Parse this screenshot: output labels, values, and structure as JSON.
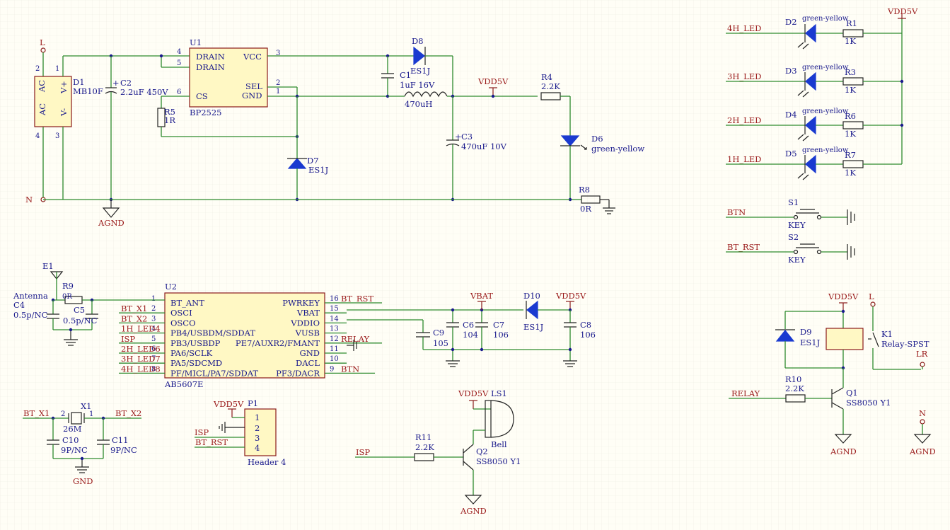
{
  "colors": {
    "wire": "#2d8a2d",
    "text": "#1a1a8c",
    "net": "#9a1a1a",
    "chip_fill": "#fff8c4",
    "diode": "#1a3ad0",
    "grid": "#e4e4dc",
    "background": "#fffef6"
  },
  "power": {
    "L": "L",
    "N": "N",
    "AGND": "AGND",
    "GND": "GND",
    "VDD5V": "VDD5V",
    "VBAT": "VBAT",
    "D1": {
      "ref": "D1",
      "value": "MB10F",
      "ac1": "AC",
      "ac2": "AC",
      "vp": "V+",
      "vm": "V-",
      "p1": "1",
      "p2": "2",
      "p3": "3",
      "p4": "4"
    },
    "C2": {
      "ref": "C2",
      "value": "2.2uF 450V"
    },
    "U1": {
      "ref": "U1",
      "value": "BP2525",
      "drain1": "DRAIN",
      "drain2": "DRAIN",
      "cs": "CS",
      "vcc": "VCC",
      "sel": "SEL",
      "gnd": "GND",
      "p4": "4",
      "p5": "5",
      "p6": "6",
      "p3": "3",
      "p2": "2",
      "p1": "1"
    },
    "R5": {
      "ref": "R5",
      "value": "1R"
    },
    "D7": {
      "ref": "D7",
      "value": "ES1J"
    },
    "D8": {
      "ref": "D8",
      "value": "ES1J"
    },
    "C1": {
      "ref": "C1",
      "value": "1uF 16V"
    },
    "L1": {
      "value": "470uH"
    },
    "C3": {
      "ref": "C3",
      "value": "470uF 10V"
    },
    "R4": {
      "ref": "R4",
      "value": "2.2K"
    },
    "D6": {
      "ref": "D6",
      "value": "green-yellow"
    },
    "R8": {
      "ref": "R8",
      "value": "0R"
    }
  },
  "leds": [
    {
      "net": "4H_LED",
      "ref": "D2",
      "color": "green-yellow",
      "rref": "R1",
      "rval": "1K"
    },
    {
      "net": "3H_LED",
      "ref": "D3",
      "color": "green-yellow",
      "rref": "R3",
      "rval": "1K"
    },
    {
      "net": "2H_LED",
      "ref": "D4",
      "color": "green-yellow",
      "rref": "R6",
      "rval": "1K"
    },
    {
      "net": "1H_LED",
      "ref": "D5",
      "color": "green-yellow",
      "rref": "R7",
      "rval": "1K"
    }
  ],
  "switches": [
    {
      "net": "BTN",
      "ref": "S1",
      "value": "KEY"
    },
    {
      "net": "BT_RST",
      "ref": "S2",
      "value": "KEY"
    }
  ],
  "u2": {
    "ref": "U2",
    "value": "AB5607E",
    "left_pins": [
      {
        "num": "1",
        "name": "BT_ANT",
        "net": ""
      },
      {
        "num": "2",
        "name": "OSCI",
        "net": "BT_X1"
      },
      {
        "num": "3",
        "name": "OSCO",
        "net": "BT_X2"
      },
      {
        "num": "4",
        "name": "PB4/USBDM/SDDAT",
        "net": "1H_LED4"
      },
      {
        "num": "5",
        "name": "PB3/USBDP",
        "net": "ISP"
      },
      {
        "num": "6",
        "name": "PA6/SCLK",
        "net": "2H_LED6"
      },
      {
        "num": "7",
        "name": "PA5/SDCMD",
        "net": "3H_LED7"
      },
      {
        "num": "8",
        "name": "PF/MICL/PA7/SDDAT",
        "net": "4H_LED8"
      }
    ],
    "right_pins": [
      {
        "num": "16",
        "name": "PWRKEY",
        "net": "BT_RST"
      },
      {
        "num": "15",
        "name": "VBAT",
        "net": ""
      },
      {
        "num": "14",
        "name": "VDDIO",
        "net": ""
      },
      {
        "num": "13",
        "name": "VUSB",
        "net": ""
      },
      {
        "num": "12",
        "name": "PE7/AUXR2/FMANT",
        "net": "RELAY"
      },
      {
        "num": "11",
        "name": "GND",
        "net": ""
      },
      {
        "num": "10",
        "name": "DACL",
        "net": ""
      },
      {
        "num": "9",
        "name": "PF3/DACR",
        "net": "BTN"
      }
    ]
  },
  "antenna": {
    "ref": "E1",
    "label": "Antenna",
    "r9": "R9",
    "r9v": "0R",
    "c4": "C4",
    "c4v": "0.5p/NC",
    "c5": "C5",
    "c5v": "0.5p/NC"
  },
  "caps": {
    "c9": {
      "ref": "C9",
      "value": "105"
    },
    "c6": {
      "ref": "C6",
      "value": "104"
    },
    "c7": {
      "ref": "C7",
      "value": "106"
    },
    "d10": {
      "ref": "D10",
      "value": "ES1J"
    },
    "c8": {
      "ref": "C8",
      "value": "106"
    }
  },
  "crystal": {
    "ref": "X1",
    "value": "26M",
    "net1": "BT_X1",
    "net2": "BT_X2",
    "p1": "2",
    "p2": "1",
    "c10": "C10",
    "c10v": "9P/NC",
    "c11": "C11",
    "c11v": "9P/NC"
  },
  "header": {
    "ref": "P1",
    "value": "Header 4",
    "vdd": "VDD5V",
    "isp": "ISP",
    "rst": "BT_RST",
    "pins": [
      "1",
      "2",
      "3",
      "4"
    ]
  },
  "buzzer": {
    "ref": "LS1",
    "value": "Bell",
    "vdd": "VDD5V",
    "r11": "R11",
    "r11v": "2.2K",
    "q2": "Q2",
    "q2v": "SS8050 Y1",
    "net": "ISP"
  },
  "relay": {
    "vdd": "VDD5V",
    "d9": "D9",
    "d9v": "ES1J",
    "k1": "K1",
    "k1v": "Relay-SPST",
    "L": "L",
    "LR": "LR",
    "N": "N",
    "r10": "R10",
    "r10v": "2.2K",
    "q1": "Q1",
    "q1v": "SS8050 Y1",
    "net": "RELAY"
  }
}
